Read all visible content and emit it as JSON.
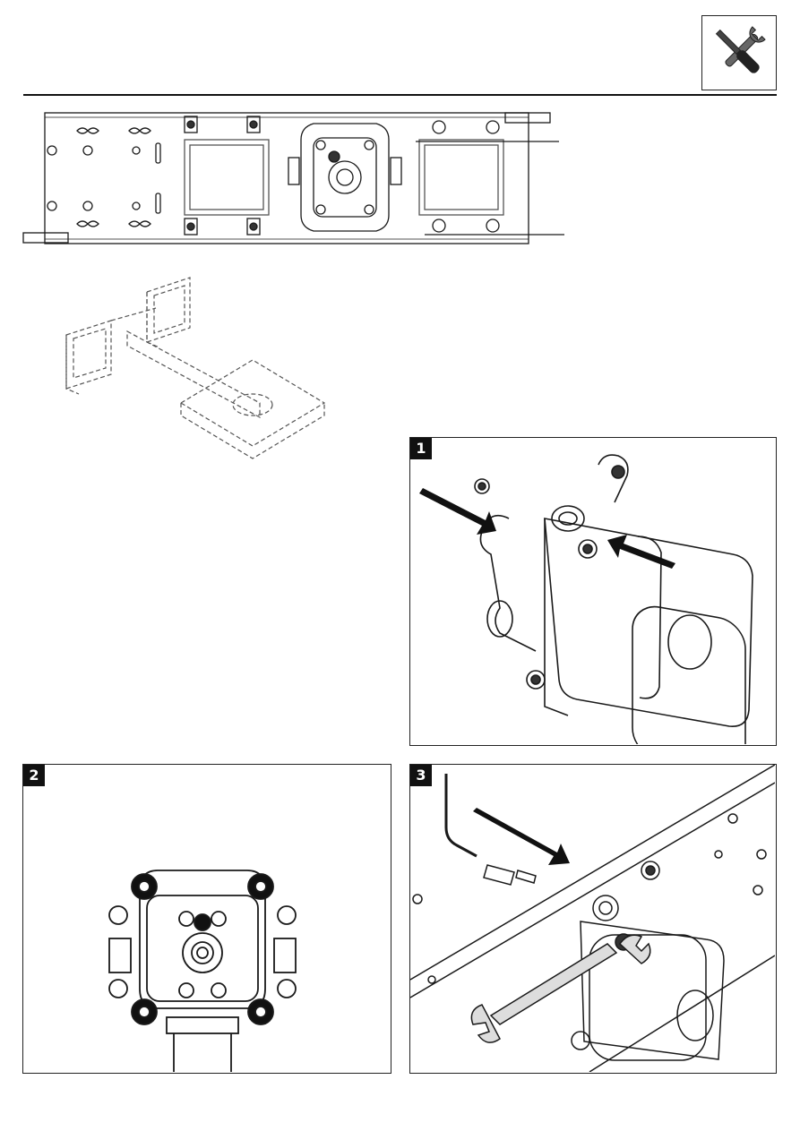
{
  "header": {
    "tool_icon": "wrench-screwdriver-icon"
  },
  "steps": [
    {
      "number": "1",
      "icon": "valve-body-assembly"
    },
    {
      "number": "2",
      "icon": "valve-front-view"
    },
    {
      "number": "3",
      "icon": "wrench-mounting"
    }
  ],
  "colors": {
    "line": "#1a1a1a",
    "dashed": "#555555",
    "badge": "#111111"
  }
}
